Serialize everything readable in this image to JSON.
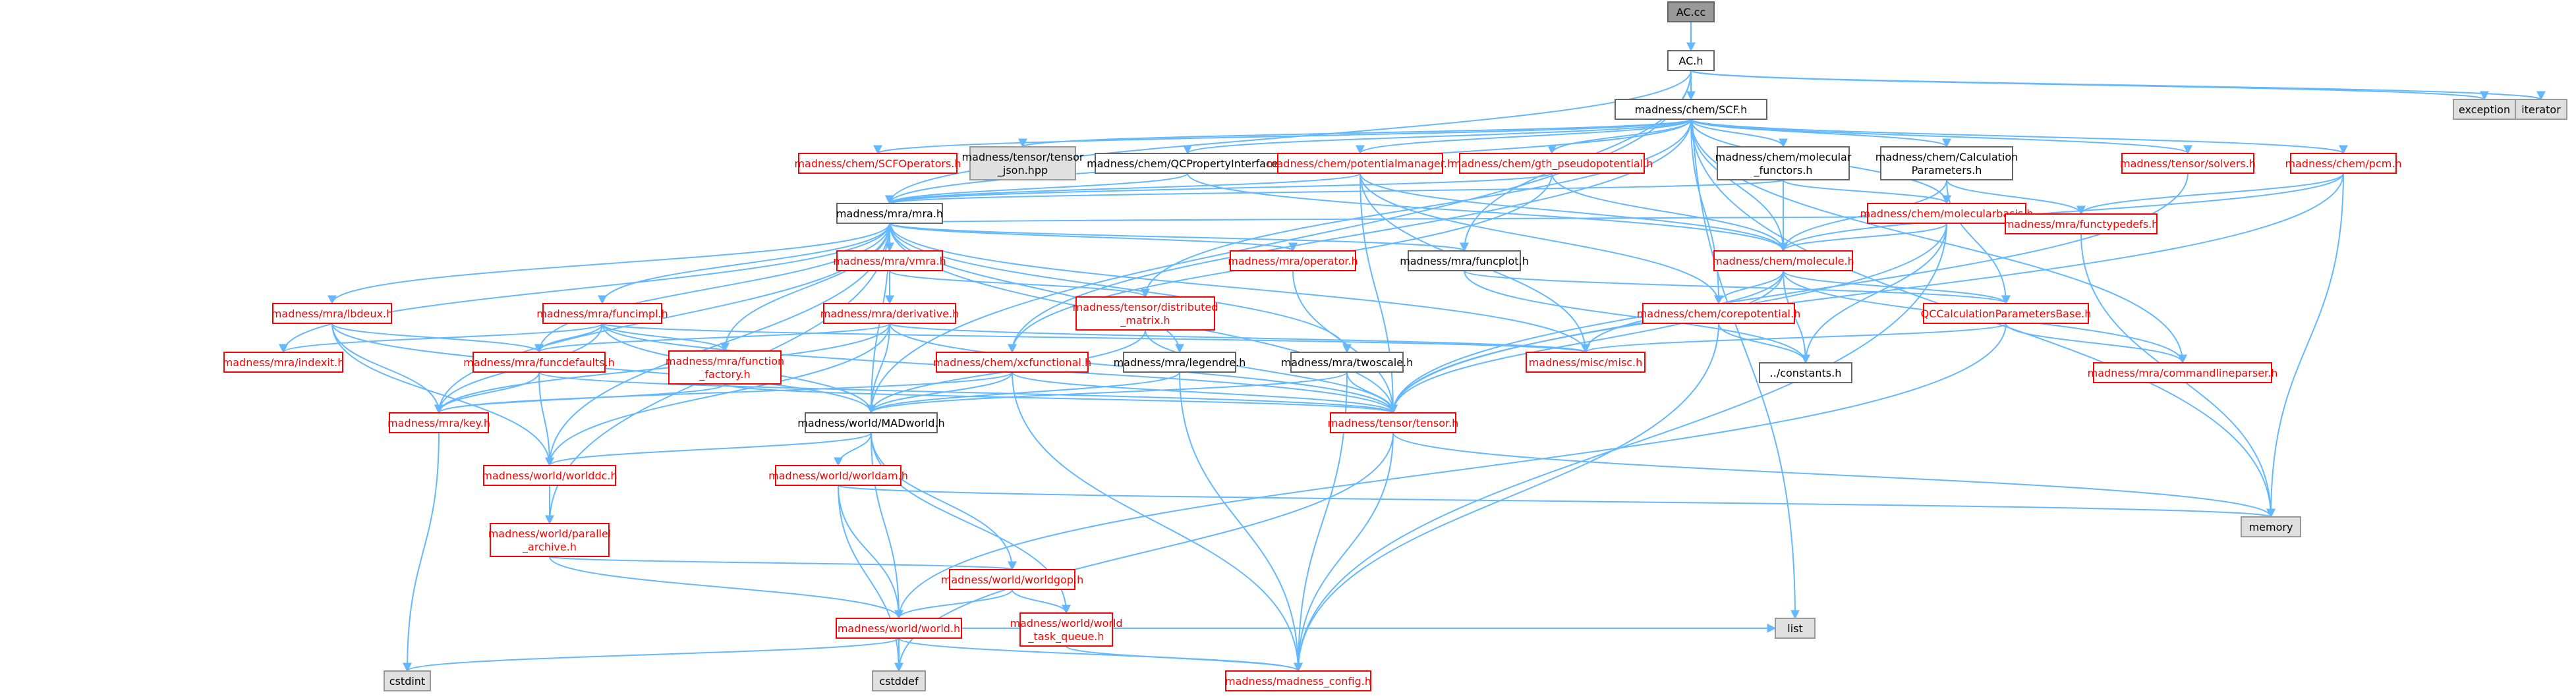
{
  "diagram": {
    "type": "include-dependency-graph",
    "colors": {
      "edge": "#63b8ff",
      "documented_border": "#666666",
      "undocumented_border": "#ff0000",
      "external": "#e0e0e0",
      "root": "#999999"
    },
    "nodes": [
      {
        "id": "AC_cc",
        "lines": [
          "AC.cc"
        ],
        "kind": "root"
      },
      {
        "id": "AC_h",
        "lines": [
          "AC.h"
        ],
        "kind": "plain"
      },
      {
        "id": "exception",
        "lines": [
          "exception"
        ],
        "kind": "grey"
      },
      {
        "id": "iterator",
        "lines": [
          "iterator"
        ],
        "kind": "grey"
      },
      {
        "id": "SCF_h",
        "lines": [
          "madness/chem/SCF.h"
        ],
        "kind": "plain"
      },
      {
        "id": "SCFOperators",
        "lines": [
          "madness/chem/SCFOperators.h"
        ],
        "kind": "red"
      },
      {
        "id": "tensor_json",
        "lines": [
          "madness/tensor/tensor",
          "_json.hpp"
        ],
        "kind": "grey"
      },
      {
        "id": "QCProp",
        "lines": [
          "madness/chem/QCPropertyInterface.h"
        ],
        "kind": "plain"
      },
      {
        "id": "potmgr",
        "lines": [
          "madness/chem/potentialmanager.h"
        ],
        "kind": "red"
      },
      {
        "id": "gthpp",
        "lines": [
          "madness/chem/gth_pseudopotential.h"
        ],
        "kind": "red"
      },
      {
        "id": "molfunctors",
        "lines": [
          "madness/chem/molecular",
          "_functors.h"
        ],
        "kind": "plain"
      },
      {
        "id": "calcparams",
        "lines": [
          "madness/chem/Calculation",
          "Parameters.h"
        ],
        "kind": "plain"
      },
      {
        "id": "solvers",
        "lines": [
          "madness/tensor/solvers.h"
        ],
        "kind": "red"
      },
      {
        "id": "pcm",
        "lines": [
          "madness/chem/pcm.h"
        ],
        "kind": "red"
      },
      {
        "id": "mra",
        "lines": [
          "madness/mra/mra.h"
        ],
        "kind": "plain"
      },
      {
        "id": "molbasis",
        "lines": [
          "madness/chem/molecularbasis.h"
        ],
        "kind": "red"
      },
      {
        "id": "functypedefs",
        "lines": [
          "madness/mra/functypedefs.h"
        ],
        "kind": "red"
      },
      {
        "id": "vmra",
        "lines": [
          "madness/mra/vmra.h"
        ],
        "kind": "red"
      },
      {
        "id": "operator",
        "lines": [
          "madness/mra/operator.h"
        ],
        "kind": "red"
      },
      {
        "id": "funcplot",
        "lines": [
          "madness/mra/funcplot.h"
        ],
        "kind": "plain"
      },
      {
        "id": "molecule",
        "lines": [
          "madness/chem/molecule.h"
        ],
        "kind": "red"
      },
      {
        "id": "mraqq",
        "lines": [
          "madness/mra/lbdeux.h"
        ],
        "kind": "red"
      },
      {
        "id": "funcimpl",
        "lines": [
          "madness/mra/funcimpl.h"
        ],
        "kind": "red"
      },
      {
        "id": "derivative",
        "lines": [
          "madness/mra/derivative.h"
        ],
        "kind": "red"
      },
      {
        "id": "distmatrix",
        "lines": [
          "madness/tensor/distributed",
          "_matrix.h"
        ],
        "kind": "red"
      },
      {
        "id": "corepot",
        "lines": [
          "madness/chem/corepotential.h"
        ],
        "kind": "red"
      },
      {
        "id": "qccalcbase",
        "lines": [
          "QCCalculationParametersBase.h"
        ],
        "kind": "red"
      },
      {
        "id": "indexit",
        "lines": [
          "madness/mra/indexit.h"
        ],
        "kind": "red"
      },
      {
        "id": "funcdefaults",
        "lines": [
          "madness/mra/funcdefaults.h"
        ],
        "kind": "red"
      },
      {
        "id": "funcfactory",
        "lines": [
          "madness/mra/function",
          "_factory.h"
        ],
        "kind": "red"
      },
      {
        "id": "xcfunc",
        "lines": [
          "madness/chem/xcfunctional.h"
        ],
        "kind": "red"
      },
      {
        "id": "legendre",
        "lines": [
          "madness/mra/legendre.h"
        ],
        "kind": "plain"
      },
      {
        "id": "twoscale",
        "lines": [
          "madness/mra/twoscale.h"
        ],
        "kind": "plain"
      },
      {
        "id": "misc",
        "lines": [
          "madness/misc/misc.h"
        ],
        "kind": "red"
      },
      {
        "id": "constants",
        "lines": [
          "../constants.h"
        ],
        "kind": "plain"
      },
      {
        "id": "cmdparser",
        "lines": [
          "madness/mra/commandlineparser.h"
        ],
        "kind": "red"
      },
      {
        "id": "key",
        "lines": [
          "madness/mra/key.h"
        ],
        "kind": "red"
      },
      {
        "id": "MADworld",
        "lines": [
          "madness/world/MADworld.h"
        ],
        "kind": "plain"
      },
      {
        "id": "tensor",
        "lines": [
          "madness/tensor/tensor.h"
        ],
        "kind": "red"
      },
      {
        "id": "worlddc",
        "lines": [
          "madness/world/worlddc.h"
        ],
        "kind": "red"
      },
      {
        "id": "worldam",
        "lines": [
          "madness/world/worldam.h"
        ],
        "kind": "red"
      },
      {
        "id": "memory",
        "lines": [
          "memory"
        ],
        "kind": "grey"
      },
      {
        "id": "parallel",
        "lines": [
          "madness/world/parallel",
          "_archive.h"
        ],
        "kind": "red"
      },
      {
        "id": "worldgop",
        "lines": [
          "madness/world/worldgop.h"
        ],
        "kind": "red"
      },
      {
        "id": "world",
        "lines": [
          "madness/world/world.h"
        ],
        "kind": "red"
      },
      {
        "id": "taskq",
        "lines": [
          "madness/world/world",
          "_task_queue.h"
        ],
        "kind": "red"
      },
      {
        "id": "list",
        "lines": [
          "list"
        ],
        "kind": "grey"
      },
      {
        "id": "cstdint",
        "lines": [
          "cstdint"
        ],
        "kind": "grey"
      },
      {
        "id": "cstddef",
        "lines": [
          "cstddef"
        ],
        "kind": "grey"
      },
      {
        "id": "config",
        "lines": [
          "madness/madness_config.h"
        ],
        "kind": "red"
      }
    ],
    "edges": [
      [
        "AC_cc",
        "AC_h"
      ],
      [
        "AC_h",
        "exception"
      ],
      [
        "AC_h",
        "iterator"
      ],
      [
        "AC_h",
        "SCF_h"
      ],
      [
        "AC_h",
        "mra"
      ],
      [
        "AC_h",
        "MADworld"
      ],
      [
        "AC_h",
        "list"
      ],
      [
        "AC_h",
        "funcplot"
      ],
      [
        "SCF_h",
        "SCFOperators"
      ],
      [
        "SCF_h",
        "tensor_json"
      ],
      [
        "SCF_h",
        "QCProp"
      ],
      [
        "SCF_h",
        "potmgr"
      ],
      [
        "SCF_h",
        "gthpp"
      ],
      [
        "SCF_h",
        "molfunctors"
      ],
      [
        "SCF_h",
        "calcparams"
      ],
      [
        "SCF_h",
        "solvers"
      ],
      [
        "SCF_h",
        "pcm"
      ],
      [
        "SCF_h",
        "mra"
      ],
      [
        "SCF_h",
        "molbasis"
      ],
      [
        "SCF_h",
        "molecule"
      ],
      [
        "SCF_h",
        "memory"
      ],
      [
        "SCF_h",
        "distmatrix"
      ],
      [
        "SCF_h",
        "xcfunc"
      ],
      [
        "SCF_h",
        "corepot"
      ],
      [
        "SCF_h",
        "cmdparser"
      ],
      [
        "QCProp",
        "mra"
      ],
      [
        "QCProp",
        "molecule"
      ],
      [
        "potmgr",
        "mra"
      ],
      [
        "potmgr",
        "molecule"
      ],
      [
        "potmgr",
        "corepot"
      ],
      [
        "potmgr",
        "misc"
      ],
      [
        "potmgr",
        "tensor"
      ],
      [
        "gthpp",
        "molecule"
      ],
      [
        "gthpp",
        "mra"
      ],
      [
        "gthpp",
        "xcfunc"
      ],
      [
        "molfunctors",
        "mra"
      ],
      [
        "molfunctors",
        "molecule"
      ],
      [
        "molfunctors",
        "molbasis"
      ],
      [
        "calcparams",
        "molecule"
      ],
      [
        "calcparams",
        "qccalcbase"
      ],
      [
        "calcparams",
        "functypedefs"
      ],
      [
        "solvers",
        "tensor"
      ],
      [
        "pcm",
        "molecule"
      ],
      [
        "pcm",
        "functypedefs"
      ],
      [
        "pcm",
        "memory"
      ],
      [
        "pcm",
        "tensor"
      ],
      [
        "mra",
        "vmra"
      ],
      [
        "mra",
        "operator"
      ],
      [
        "mra",
        "funcplot"
      ],
      [
        "mra",
        "functypedefs"
      ],
      [
        "mra",
        "mraqq"
      ],
      [
        "mra",
        "funcimpl"
      ],
      [
        "mra",
        "derivative"
      ],
      [
        "mra",
        "indexit"
      ],
      [
        "mra",
        "funcdefaults"
      ],
      [
        "mra",
        "funcfactory"
      ],
      [
        "mra",
        "legendre"
      ],
      [
        "mra",
        "twoscale"
      ],
      [
        "mra",
        "key"
      ],
      [
        "mra",
        "MADworld"
      ],
      [
        "mra",
        "tensor"
      ],
      [
        "mra",
        "worlddc"
      ],
      [
        "mra",
        "parallel"
      ],
      [
        "mra",
        "misc"
      ],
      [
        "molbasis",
        "molecule"
      ],
      [
        "molbasis",
        "tensor"
      ],
      [
        "molbasis",
        "constants"
      ],
      [
        "molbasis",
        "config"
      ],
      [
        "functypedefs",
        "memory"
      ],
      [
        "vmra",
        "mra"
      ],
      [
        "vmra",
        "derivative"
      ],
      [
        "vmra",
        "distmatrix"
      ],
      [
        "operator",
        "tensor"
      ],
      [
        "funcplot",
        "qccalcbase"
      ],
      [
        "funcplot",
        "constants"
      ],
      [
        "molecule",
        "corepot"
      ],
      [
        "molecule",
        "qccalcbase"
      ],
      [
        "molecule",
        "misc"
      ],
      [
        "molecule",
        "tensor"
      ],
      [
        "molecule",
        "cmdparser"
      ],
      [
        "molecule",
        "constants"
      ],
      [
        "mraqq",
        "funcdefaults"
      ],
      [
        "mraqq",
        "key"
      ],
      [
        "mraqq",
        "MADworld"
      ],
      [
        "mraqq",
        "worlddc"
      ],
      [
        "funcimpl",
        "indexit"
      ],
      [
        "funcimpl",
        "funcdefaults"
      ],
      [
        "funcimpl",
        "funcfactory"
      ],
      [
        "funcimpl",
        "key"
      ],
      [
        "funcimpl",
        "MADworld"
      ],
      [
        "funcimpl",
        "misc"
      ],
      [
        "funcimpl",
        "tensor"
      ],
      [
        "derivative",
        "funcdefaults"
      ],
      [
        "derivative",
        "key"
      ],
      [
        "derivative",
        "MADworld"
      ],
      [
        "derivative",
        "worlddc"
      ],
      [
        "derivative",
        "tensor"
      ],
      [
        "derivative",
        "misc"
      ],
      [
        "distmatrix",
        "MADworld"
      ],
      [
        "distmatrix",
        "tensor"
      ],
      [
        "corepot",
        "constants"
      ],
      [
        "corepot",
        "config"
      ],
      [
        "qccalcbase",
        "cmdparser"
      ],
      [
        "qccalcbase",
        "misc"
      ],
      [
        "qccalcbase",
        "world"
      ],
      [
        "funcdefaults",
        "key"
      ],
      [
        "funcdefaults",
        "tensor"
      ],
      [
        "funcdefaults",
        "worlddc"
      ],
      [
        "funcfactory",
        "key"
      ],
      [
        "funcfactory",
        "tensor"
      ],
      [
        "xcfunc",
        "MADworld"
      ],
      [
        "xcfunc",
        "tensor"
      ],
      [
        "xcfunc",
        "key"
      ],
      [
        "xcfunc",
        "config"
      ],
      [
        "legendre",
        "MADworld"
      ],
      [
        "legendre",
        "config"
      ],
      [
        "twoscale",
        "MADworld"
      ],
      [
        "twoscale",
        "tensor"
      ],
      [
        "twoscale",
        "config"
      ],
      [
        "key",
        "cstdint"
      ],
      [
        "MADworld",
        "worlddc"
      ],
      [
        "MADworld",
        "worldam"
      ],
      [
        "MADworld",
        "worldgop"
      ],
      [
        "MADworld",
        "world"
      ],
      [
        "MADworld",
        "taskq"
      ],
      [
        "tensor",
        "memory"
      ],
      [
        "tensor",
        "cstddef"
      ],
      [
        "tensor",
        "config"
      ],
      [
        "worlddc",
        "parallel"
      ],
      [
        "worldam",
        "memory"
      ],
      [
        "worldam",
        "world"
      ],
      [
        "worldam",
        "cstddef"
      ],
      [
        "parallel",
        "worldgop"
      ],
      [
        "parallel",
        "world"
      ],
      [
        "worldgop",
        "world"
      ],
      [
        "worldgop",
        "taskq"
      ],
      [
        "world",
        "list"
      ],
      [
        "world",
        "cstdint"
      ],
      [
        "world",
        "cstddef"
      ],
      [
        "world",
        "config"
      ],
      [
        "taskq",
        "config"
      ]
    ]
  }
}
